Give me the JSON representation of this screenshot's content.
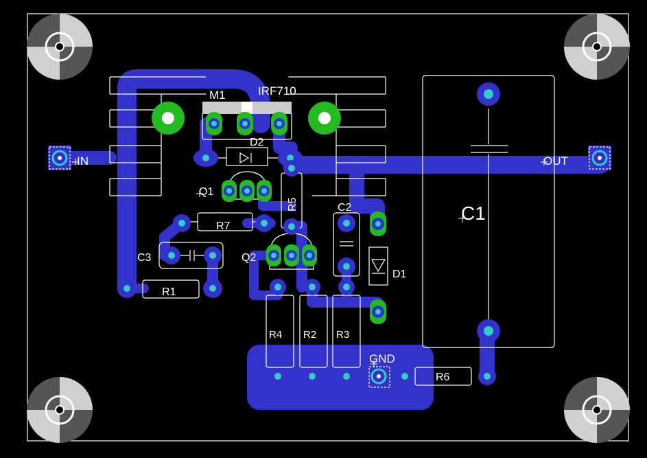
{
  "colors": {
    "background": "#000000",
    "copper": "#3333cc",
    "silkscreen": "#ffffff",
    "drill": "#33cccc",
    "ground_pad": "#22bb22",
    "mount_hole": "#cccccc"
  },
  "labels": {
    "m1": "M1",
    "irf": "IRF710",
    "d2": "D2",
    "in": "IN",
    "out": "OUT",
    "q1": "Q1",
    "r5": "R5",
    "c2": "C2",
    "r7": "R7",
    "c1": "C1",
    "c3": "C3",
    "q2": "Q2",
    "d1": "D1",
    "r1": "R1",
    "r4": "R4",
    "r2": "R2",
    "r3": "R3",
    "gnd": "GND",
    "r6": "R6"
  }
}
